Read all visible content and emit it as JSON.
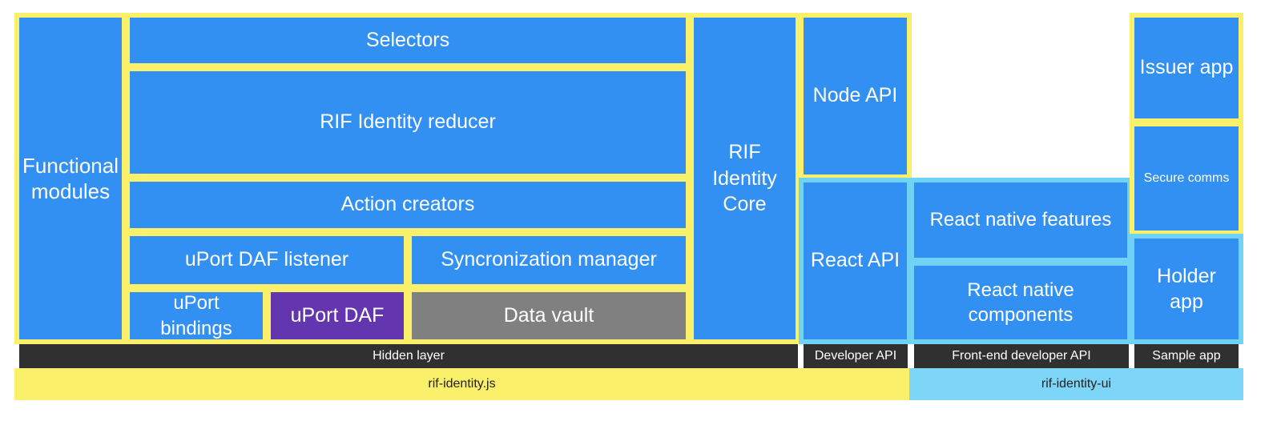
{
  "diagram": {
    "colors": {
      "block": "#3390f3",
      "yellow_border": "#fbf06a",
      "blue_border": "#70d3f5",
      "hidden_label_bg": "#303030",
      "data_vault": "#808080",
      "uport_daf": "#6336b0"
    },
    "blocks": {
      "functional_modules": "Functional\nmodules",
      "selectors": "Selectors",
      "rif_identity_reducer": "RIF Identity reducer",
      "action_creators": "Action creators",
      "uport_daf_listener": "uPort DAF listener",
      "syncronization_manager": "Syncronization manager",
      "uport_bindings": "uPort\nbindings",
      "uport_daf": "uPort DAF",
      "data_vault": "Data vault",
      "rif_identity_core": "RIF\nIdentity\nCore",
      "node_api": "Node API",
      "react_api": "React API",
      "react_native_features": "React native features",
      "react_native_components": "React native\ncomponents",
      "issuer_app": "Issuer app",
      "secure_comms": "Secure comms",
      "holder_app": "Holder\napp"
    },
    "labels": {
      "hidden_layer": "Hidden layer",
      "developer_api": "Developer API",
      "front_end_developer_api": "Front-end developer API",
      "sample_app": "Sample app"
    },
    "packages": {
      "rif_identity_js": "rif-identity.js",
      "rif_identity_ui": "rif-identity-ui"
    }
  }
}
